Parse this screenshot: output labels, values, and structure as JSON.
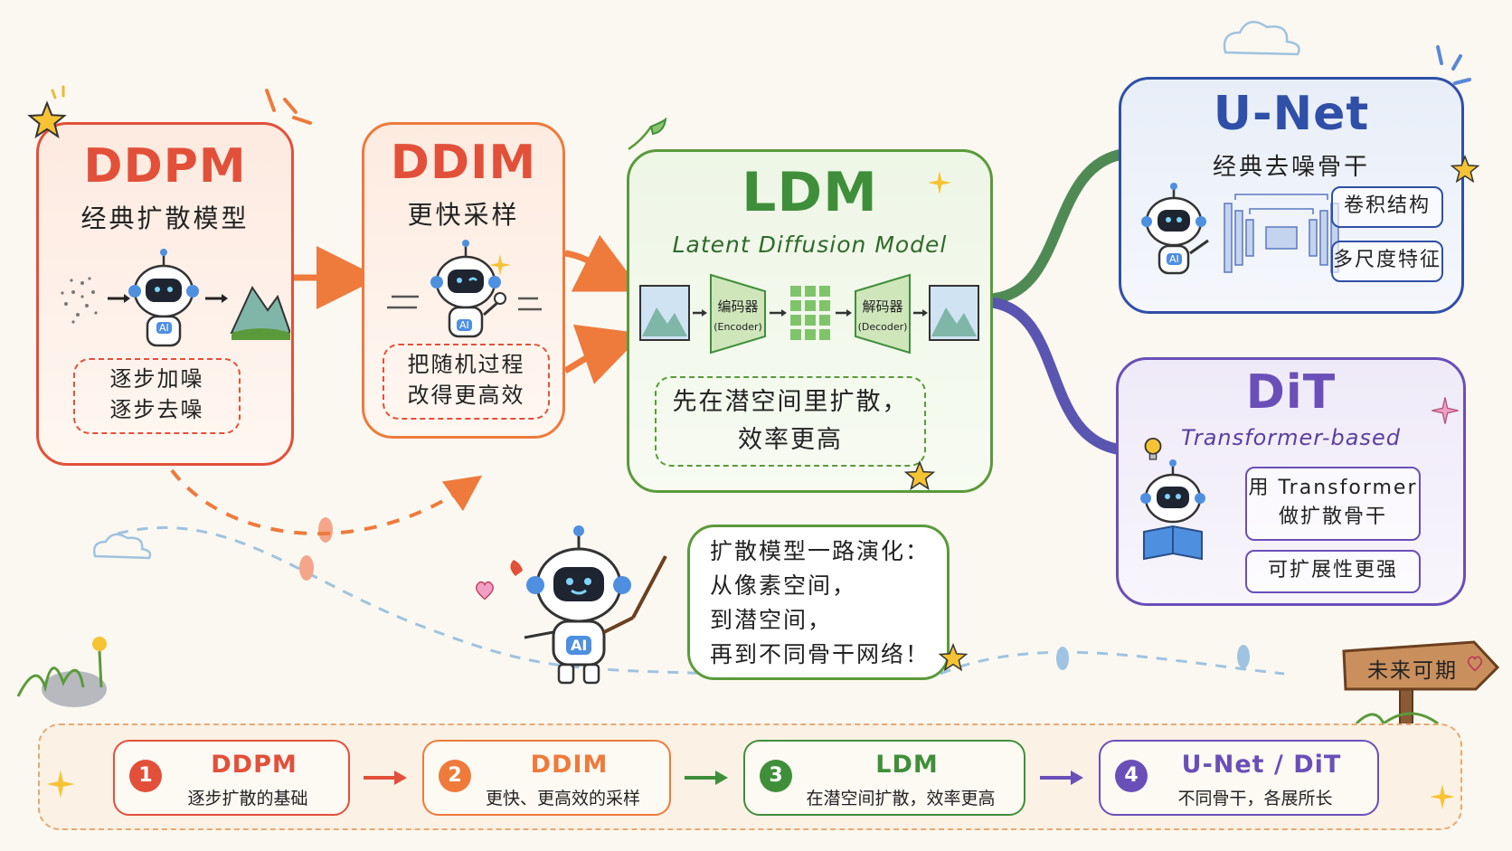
{
  "ddpm": {
    "title": "DDPM",
    "subtitle": "经典扩散模型",
    "note_line1": "逐步加噪",
    "note_line2": "逐步去噪"
  },
  "ddim": {
    "title": "DDIM",
    "subtitle": "更快采样",
    "note_line1": "把随机过程",
    "note_line2": "改得更高效"
  },
  "ldm": {
    "title": "LDM",
    "subtitle": "Latent Diffusion Model",
    "encoder_cn": "编码器",
    "encoder_en": "(Encoder)",
    "decoder_cn": "解码器",
    "decoder_en": "(Decoder)",
    "note_line1": "先在潜空间里扩散，",
    "note_line2": "效率更高"
  },
  "robot_badge": "AI",
  "unet": {
    "title": "U-Net",
    "subtitle": "经典去噪骨干",
    "chip1": "卷积结构",
    "chip2": "多尺度特征"
  },
  "dit": {
    "title": "DiT",
    "subtitle": "Transformer-based",
    "chip1_line1": "用 Transformer",
    "chip1_line2": "做扩散骨干",
    "chip2": "可扩展性更强"
  },
  "speech": {
    "line1": "扩散模型一路演化：",
    "line2": "从像素空间，",
    "line3": "到潜空间，",
    "line4": "再到不同骨干网络！"
  },
  "signpost": "未来可期",
  "timeline": [
    {
      "num": "1",
      "title": "DDPM",
      "sub": "逐步扩散的基础",
      "color": "#e2503a"
    },
    {
      "num": "2",
      "title": "DDIM",
      "sub": "更快、更高效的采样",
      "color": "#ee7a3c"
    },
    {
      "num": "3",
      "title": "LDM",
      "sub": "在潜空间扩散，效率更高",
      "color": "#3f8f3a"
    },
    {
      "num": "4",
      "title": "U-Net / DiT",
      "sub": "不同骨干，各展所长",
      "color": "#6a4fb8"
    }
  ],
  "colors": {
    "ddpm": "#e2503a",
    "ddim": "#ee7a3c",
    "ldm": "#3f8f3a",
    "unet": "#2f4fa8",
    "dit": "#6a4fb8"
  }
}
